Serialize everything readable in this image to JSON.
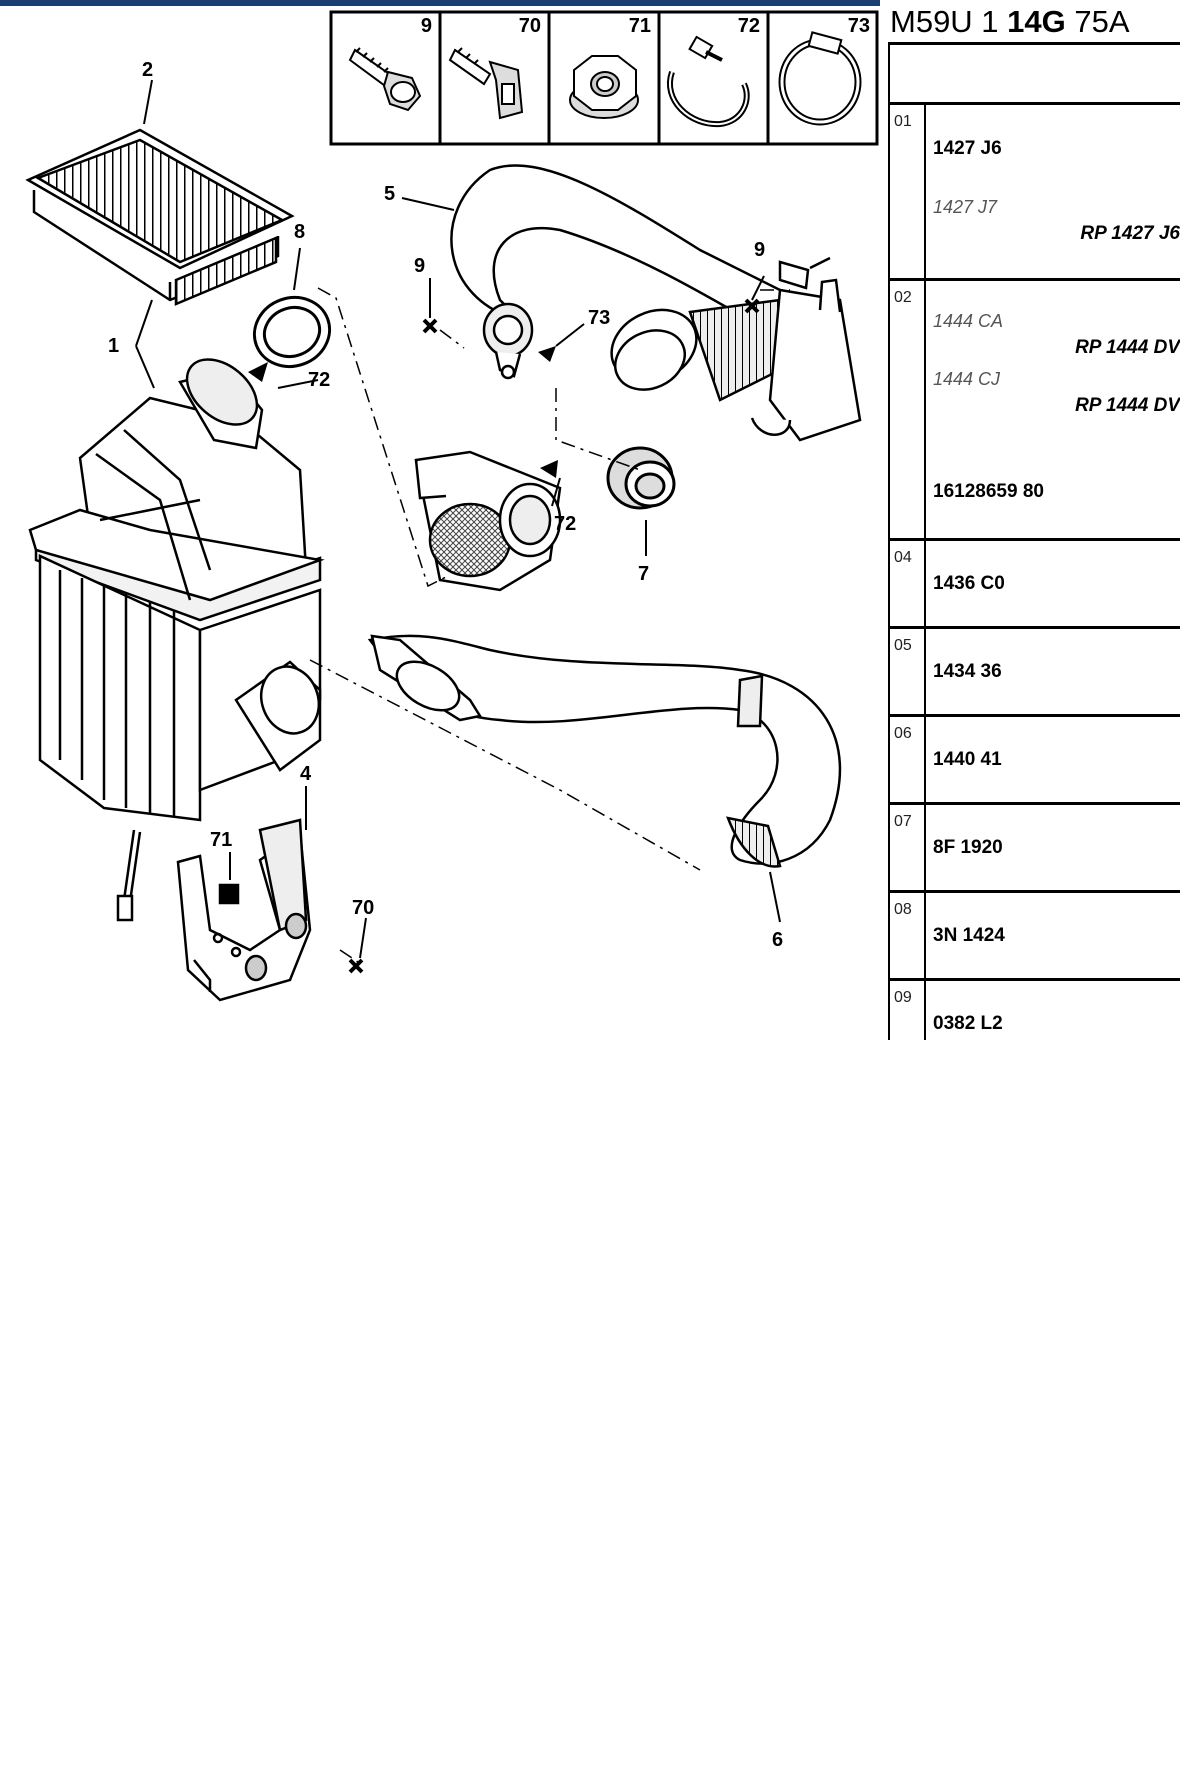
{
  "header": {
    "title_part1": "M59U 1",
    "title_part2": "14G",
    "title_part3": "75A"
  },
  "legend": [
    {
      "num": "9",
      "icon": "screw-icon"
    },
    {
      "num": "70",
      "icon": "screw-clip-icon"
    },
    {
      "num": "71",
      "icon": "flange-nut-icon"
    },
    {
      "num": "72",
      "icon": "hose-clamp-icon"
    },
    {
      "num": "73",
      "icon": "worm-clamp-icon"
    }
  ],
  "callouts": [
    "1",
    "2",
    "4",
    "5",
    "6",
    "7",
    "8",
    "9",
    "9",
    "70",
    "71",
    "72",
    "72",
    "73"
  ],
  "parts": [
    {
      "row": "01",
      "pn": "1427 J6",
      "alt": "1427 J7",
      "rp": "RP 1427 J6"
    },
    {
      "row": "02",
      "alt1": "1444 CA",
      "rp1": "RP 1444 DV",
      "alt2": "1444 CJ",
      "rp2": "RP 1444 DV",
      "pn": "16128659 80"
    },
    {
      "row": "04",
      "pn": "1436 C0"
    },
    {
      "row": "05",
      "pn": "1434 36"
    },
    {
      "row": "06",
      "pn": "1440 41"
    },
    {
      "row": "07",
      "pn": "8F 1920"
    },
    {
      "row": "08",
      "pn": "3N 1424"
    },
    {
      "row": "09",
      "pn": "0382 L2"
    }
  ]
}
